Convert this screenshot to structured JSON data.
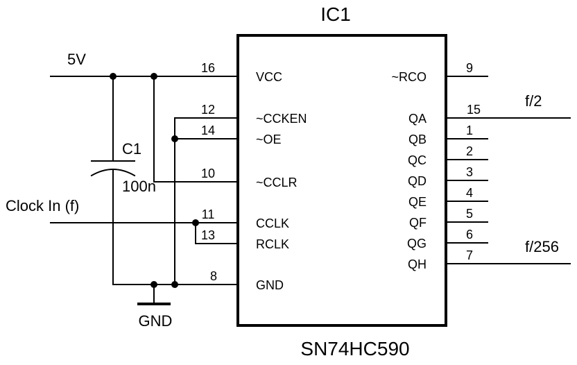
{
  "ic": {
    "ref": "IC1",
    "part": "SN74HC590",
    "left_pins": [
      {
        "num": "16",
        "name": "VCC"
      },
      {
        "num": "12",
        "name": "~CCKEN"
      },
      {
        "num": "14",
        "name": "~OE"
      },
      {
        "num": "10",
        "name": "~CCLR"
      },
      {
        "num": "11",
        "name": "CCLK"
      },
      {
        "num": "13",
        "name": "RCLK"
      },
      {
        "num": "8",
        "name": "GND"
      }
    ],
    "right_pins": [
      {
        "num": "9",
        "name": "~RCO"
      },
      {
        "num": "15",
        "name": "QA"
      },
      {
        "num": "1",
        "name": "QB"
      },
      {
        "num": "2",
        "name": "QC"
      },
      {
        "num": "3",
        "name": "QD"
      },
      {
        "num": "4",
        "name": "QE"
      },
      {
        "num": "5",
        "name": "QF"
      },
      {
        "num": "6",
        "name": "QG"
      },
      {
        "num": "7",
        "name": "QH"
      }
    ]
  },
  "capacitor": {
    "ref": "C1",
    "value": "100n"
  },
  "nets": {
    "supply": "5V",
    "clock_in": "Clock In (f)",
    "ground": "GND",
    "out_qa": "f/2",
    "out_qh": "f/256"
  }
}
